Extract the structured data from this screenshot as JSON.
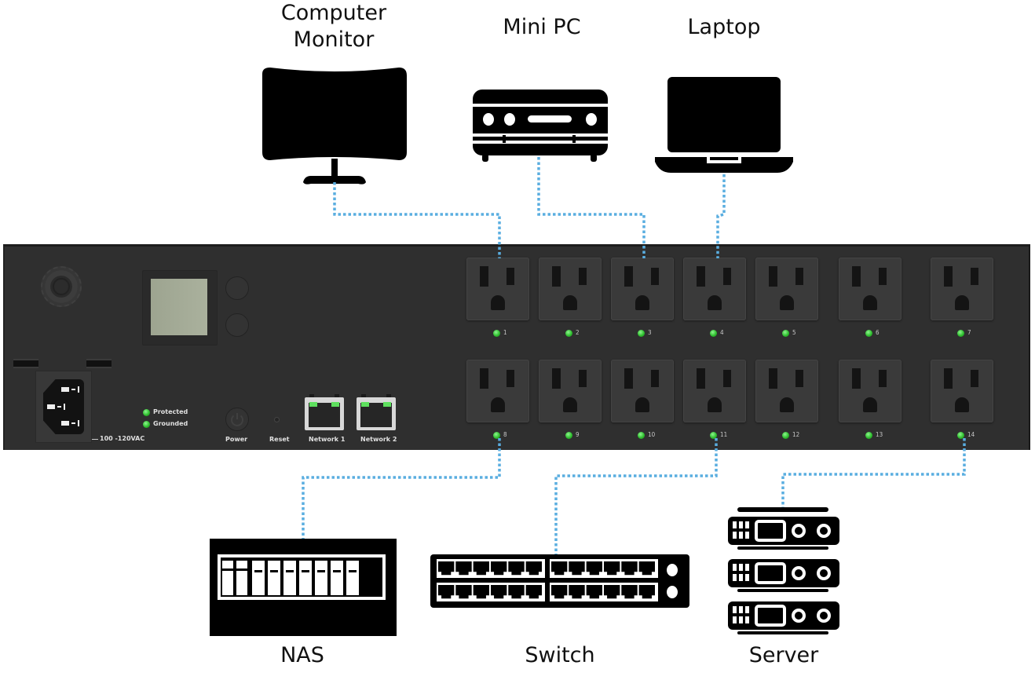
{
  "diagram": {
    "type": "power-distribution-connections",
    "wire_color": "#5aaee0",
    "led_color": "#3fcf3f",
    "panel_color": "#2f2f2f"
  },
  "devices": {
    "monitor": {
      "label": "Computer\nMonitor",
      "icon": "curved-monitor-icon",
      "outlet": "1"
    },
    "mini_pc": {
      "label": "Mini PC",
      "icon": "mini-pc-icon",
      "outlet": "3"
    },
    "laptop": {
      "label": "Laptop",
      "icon": "laptop-icon",
      "outlet": "4"
    },
    "nas": {
      "label": "NAS",
      "icon": "nas-icon",
      "outlet": "8"
    },
    "switch": {
      "label": "Switch",
      "icon": "network-switch-icon",
      "outlet": "11"
    },
    "server": {
      "label": "Server",
      "icon": "server-rack-icon",
      "outlet": "14"
    }
  },
  "pdu": {
    "status": {
      "protected": "Protected",
      "grounded": "Grounded"
    },
    "voltage": "100 -120VAC",
    "buttons": {
      "power": "Power",
      "reset": "Reset"
    },
    "network_ports": [
      "Network 1",
      "Network 2"
    ],
    "outlets_top": [
      "1",
      "2",
      "3",
      "4",
      "5",
      "6",
      "7"
    ],
    "outlets_bottom": [
      "8",
      "9",
      "10",
      "11",
      "12",
      "13",
      "14"
    ]
  }
}
